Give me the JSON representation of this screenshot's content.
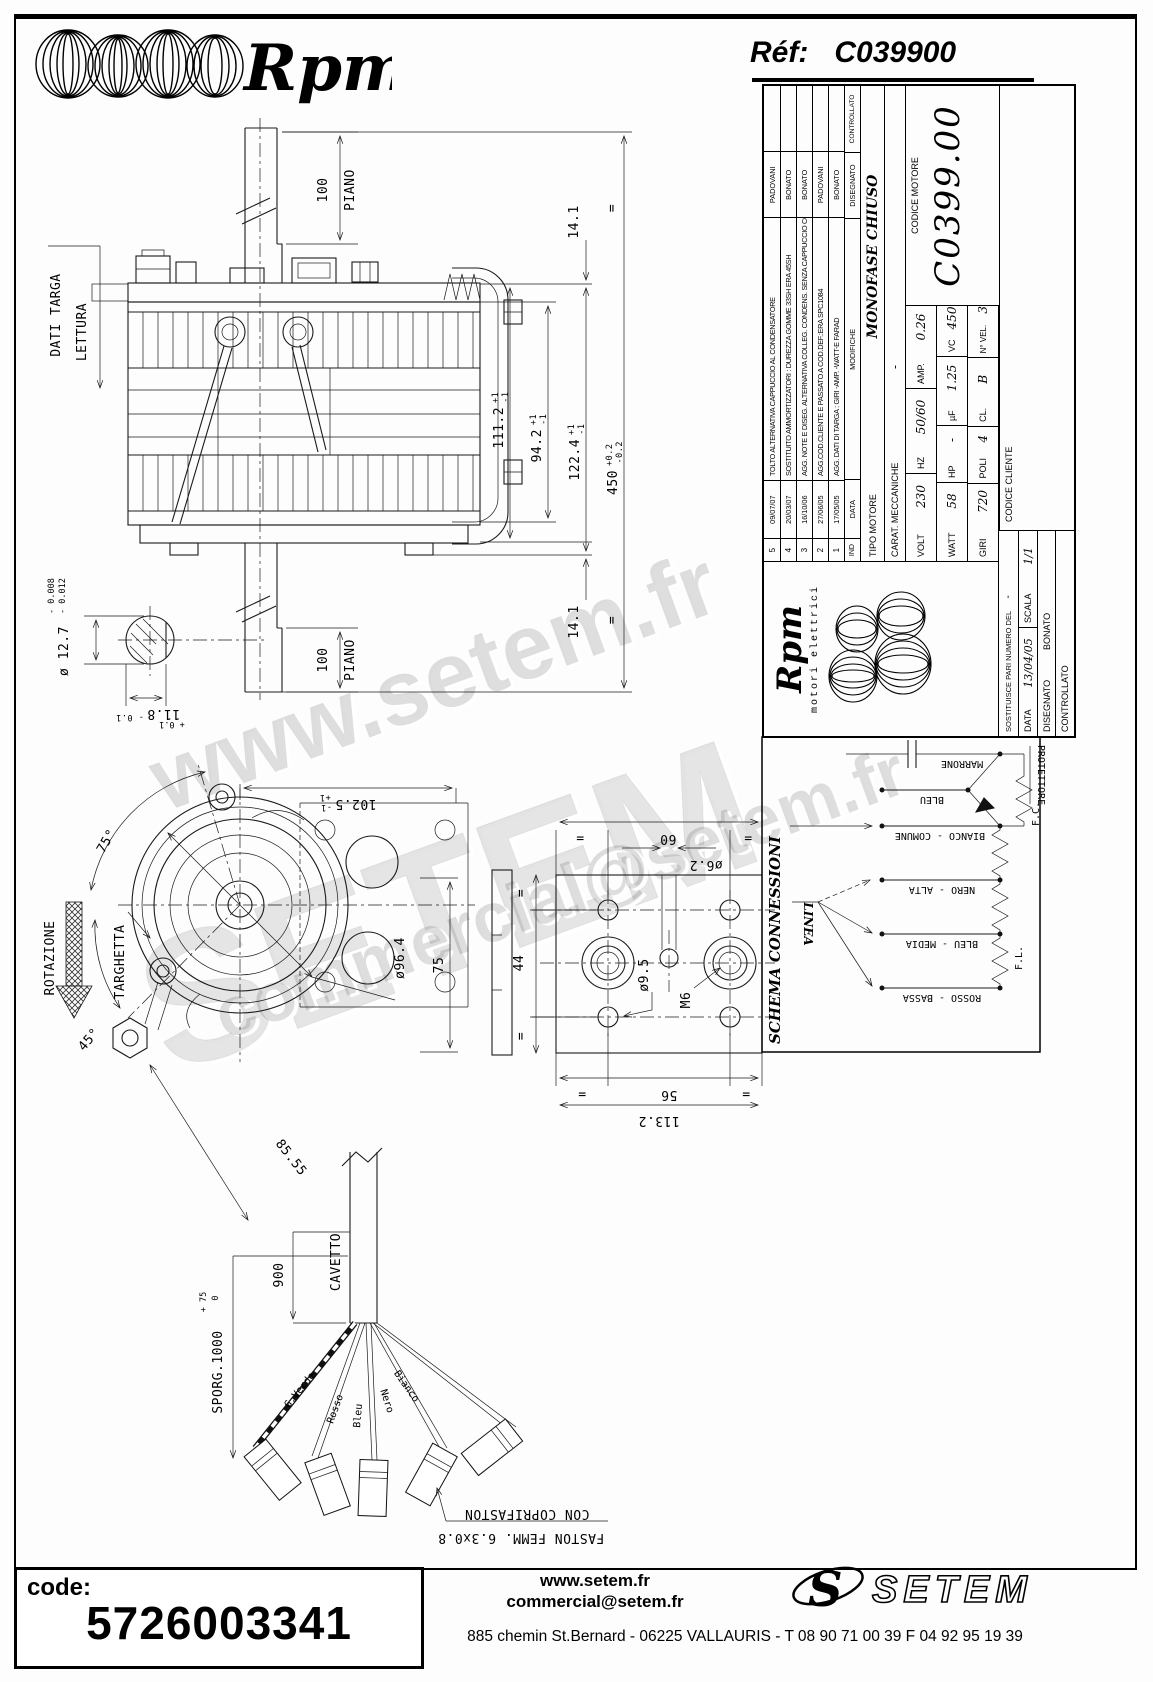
{
  "header": {
    "brand": "Rpm",
    "ref_label": "Réf:",
    "ref_value": "C039900"
  },
  "watermark": {
    "line1": "www.setem.fr",
    "line2": "SETEM",
    "line3": "commercial@setem.fr"
  },
  "title_block": {
    "mod_rows": [
      {
        "ind": "5",
        "date": "09/07/07",
        "text": "TOLTO ALTERNATIVA CAPPUCCIO AL CONDENSATORE",
        "name": "PADOVANI"
      },
      {
        "ind": "4",
        "date": "20/03/07",
        "text": "SOSTITUITO AMMORTIZZATORI : DUREZZA GOMME 33SH ERA 45SH",
        "name": "BONATO"
      },
      {
        "ind": "3",
        "date": "16/10/06",
        "text": "AGG. NOTE E DISEG. ALTERNATIVA COLLEG. CONDENS. SENZA CAPPUCCIO CON COPRIFASTON R.P.M.",
        "name": "BONATO"
      },
      {
        "ind": "2",
        "date": "27/06/05",
        "text": "AGG.COD.CLIENTE E PASSATO A COD.DEF.:ERA SPC1084",
        "name": "PADOVANI"
      },
      {
        "ind": "1",
        "date": "17/05/05",
        "text": "AGG. DATI DI TARGA : GIRI -AMP. -WATT-E FARAD",
        "name": "BONATO"
      }
    ],
    "mod_header": {
      "ind": "IND",
      "date": "DATA",
      "text": "MODIFICHE",
      "disegnato": "DISEGNATO",
      "controllato": "CONTROLLATO"
    },
    "tipo_label": "TIPO MOTORE",
    "tipo_value": "MONOFASE CHIUSO",
    "carat_label": "CARAT. MECCANICHE",
    "carat_value": "-",
    "volt_label": "VOLT",
    "volt": "230",
    "hz_label": "HZ",
    "hz": "50/60",
    "amp_label": "AMP.",
    "amp": "0.26",
    "watt_label": "WATT",
    "watt": "58",
    "hp_label": "HP",
    "hp": "-",
    "uf_label": "µF",
    "uf": "1.25",
    "vc_label": "VC",
    "vc": "450",
    "giri_label": "GIRI",
    "giri": "720",
    "poli_label": "POLI",
    "poli": "4",
    "cl_label": "CL.",
    "cl": "B",
    "nvel_label": "N° VEL.",
    "nvel": "3",
    "codice_motore_label": "CODICE MOTORE",
    "codice_motore": "C0399.00",
    "logo_brand": "Rpm",
    "logo_sub": "motori elettrici",
    "sostituisce_label": "SOSTITUISCE PARI NUMERO DEL",
    "sostituisce_value": "-",
    "data_label": "DATA",
    "data_value": "13/04/05",
    "scala_label": "SCALA",
    "scala_value": "1/1",
    "disegnato_label": "DISEGNATO",
    "disegnato_value": "BONATO",
    "controllato_label": "CONTROLLATO",
    "codice_cliente_label": "CODICE CLIENTE"
  },
  "side_view": {
    "dati_targa": "DATI TARGA",
    "lettura": "LETTURA",
    "piano": "PIANO",
    "dim_100": "100",
    "dim_14_1": "14.1",
    "dim_111_2": "111.2",
    "dim_94_2": "94.2",
    "dim_122_4": "122.4",
    "dim_450": "450",
    "tol_p1": "+1",
    "tol_m1": "-1",
    "tol_p02": "+0.2",
    "tol_m02": "-0.2",
    "eq": "=",
    "shaft_dia": "ø 12.7",
    "shaft_tol_a": "- 0.008",
    "shaft_tol_b": "- 0.012",
    "flat_dim": "11.8",
    "flat_tol_m": "- 0.1",
    "flat_tol_p": "+ 0.1"
  },
  "front_view": {
    "rotazione": "ROTAZIONE",
    "targhetta": "TARGHETTA",
    "angle_75": "75°",
    "angle_45": "45°",
    "dim_85_55": "85.55",
    "dia_96_4": "ø96.4",
    "dim_75": "75",
    "dim_102_5": "102.5",
    "tol_p1": "+1",
    "tol_m1": "-1"
  },
  "plate_view": {
    "dim_60": "60",
    "dia_6_2": "ø6.2",
    "dim_44": "44",
    "dia_9_5": "ø9.5",
    "m6": "M6",
    "dim_56": "56",
    "dim_113_2": "113.2",
    "eq": "="
  },
  "cable_view": {
    "dim_900": "900",
    "cavetto": "CAVETTO",
    "sporg": "SPORG.1000",
    "sporg_p": "+ 75",
    "sporg_0": "0",
    "wires": [
      "G.Verde",
      "Rosso",
      "Bleu",
      "Nero",
      "Bianco"
    ],
    "con_coprifaston": "CON COPRIFASTON",
    "faston": "FASTON FEMM. 6.3x0.8"
  },
  "schema": {
    "title": "SCHEMA CONNESSIONI",
    "linea": "LINEA",
    "w1": "ROSSO - BASSA",
    "w2": "BLEU - MEDIA",
    "w3": "NERO - ALTA",
    "w4": "BIANCO - COMUNE",
    "bleu": "BLEU",
    "marrone": "MARRONE",
    "fl": "F.L.",
    "fc": "F.C.",
    "protettore": "PROTETTORE"
  },
  "footer": {
    "code_label": "code:",
    "code_value": "5726003341",
    "site": "www.setem.fr",
    "email": "commercial@setem.fr",
    "brand": "SETEM",
    "address": "885 chemin St.Bernard  -  06225 VALLAURIS  -  T 08 90 71 00 39   F 04 92 95 19 39"
  }
}
